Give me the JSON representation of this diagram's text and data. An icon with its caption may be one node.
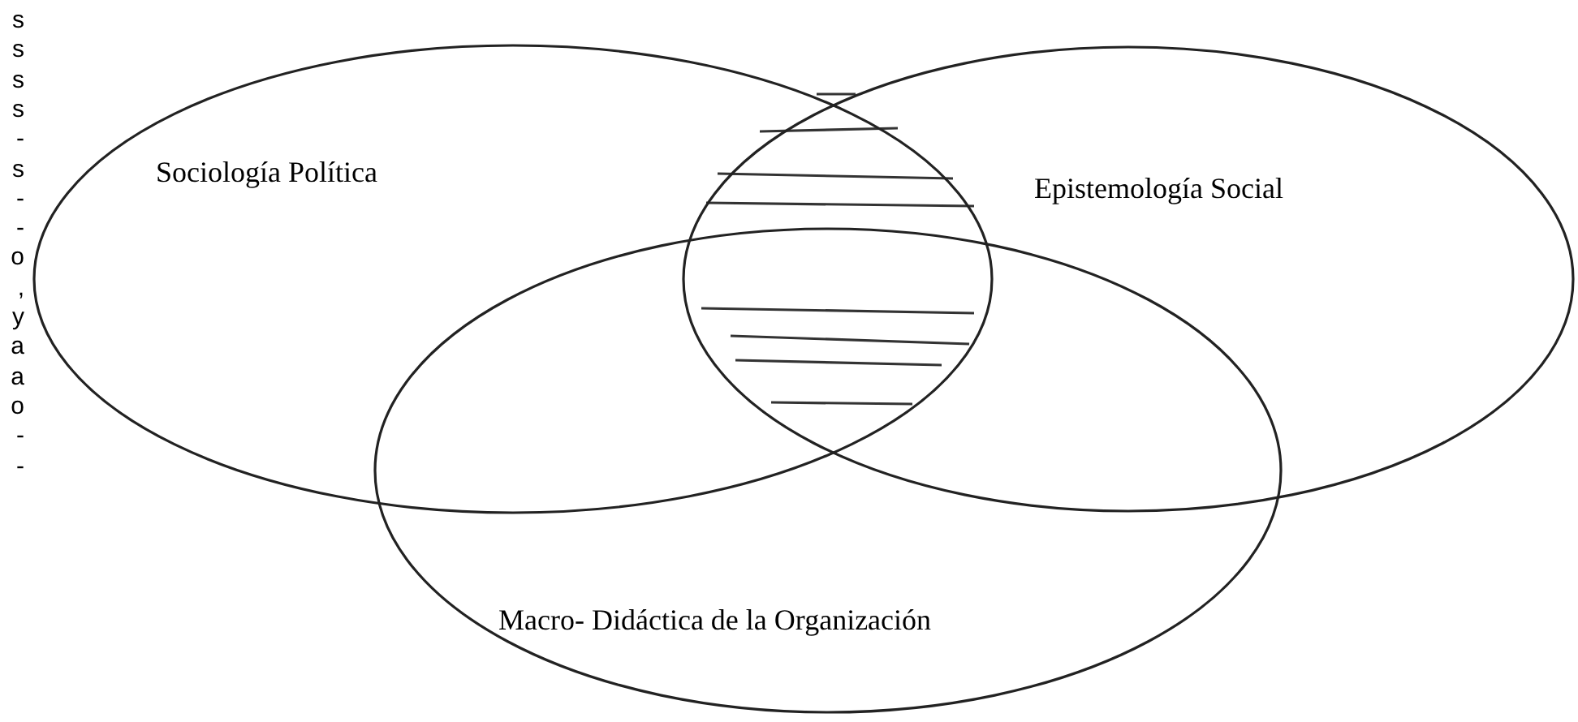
{
  "diagram": {
    "nodes": [
      {
        "text": [
          "Sociología Política"
        ]
      },
      {
        "text": [
          "Epistemología Social"
        ]
      },
      {
        "text": [
          "Macro- Didáctica de la Organización"
        ]
      }
    ],
    "labels": [
      "s",
      "s",
      "s",
      "s",
      "-",
      "s",
      "-",
      "-",
      "o",
      ",",
      "y",
      "a",
      "a",
      "o",
      "-",
      "-"
    ]
  }
}
